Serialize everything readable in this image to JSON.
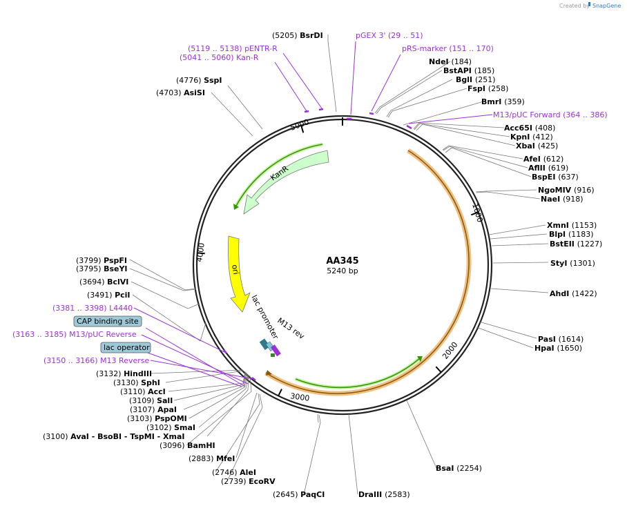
{
  "credit": {
    "text": "Created by",
    "brand": "SnapGene"
  },
  "plasmid": {
    "name": "AA345",
    "size_label": "5240 bp",
    "length": 5240
  },
  "ticks": [
    {
      "pos": 1000,
      "label": "1000"
    },
    {
      "pos": 2000,
      "label": "2000"
    },
    {
      "pos": 3000,
      "label": "3000"
    },
    {
      "pos": 4000,
      "label": "4000"
    },
    {
      "pos": 5000,
      "label": "5000"
    }
  ],
  "enzymes": [
    {
      "name": "BsrDI",
      "pos": "(5205)",
      "side": "left"
    },
    {
      "name": "SspI",
      "pos": "(4776)",
      "side": "left"
    },
    {
      "name": "AsiSI",
      "pos": "(4703)",
      "side": "left"
    },
    {
      "name": "PspFI",
      "pos": "(3799)",
      "side": "left"
    },
    {
      "name": "BseYI",
      "pos": "(3795)",
      "side": "left"
    },
    {
      "name": "BclVI",
      "pos": "(3694)",
      "side": "left"
    },
    {
      "name": "PciI",
      "pos": "(3491)",
      "side": "left"
    },
    {
      "name": "HindIII",
      "pos": "(3132)",
      "side": "left"
    },
    {
      "name": "SphI",
      "pos": "(3130)",
      "side": "left"
    },
    {
      "name": "AccI",
      "pos": "(3110)",
      "side": "left"
    },
    {
      "name": "SalI",
      "pos": "(3109)",
      "side": "left"
    },
    {
      "name": "ApaI",
      "pos": "(3107)",
      "side": "left"
    },
    {
      "name": "PspOMI",
      "pos": "(3103)",
      "side": "left"
    },
    {
      "name": "SmaI",
      "pos": "(3102)",
      "side": "left"
    },
    {
      "name": "AvaI - BsoBI - TspMI - XmaI",
      "pos": "(3100)",
      "side": "left"
    },
    {
      "name": "BamHI",
      "pos": "(3096)",
      "side": "left"
    },
    {
      "name": "MfeI",
      "pos": "(2883)",
      "side": "left"
    },
    {
      "name": "AleI",
      "pos": "(2746)",
      "side": "left"
    },
    {
      "name": "EcoRV",
      "pos": "(2739)",
      "side": "left"
    },
    {
      "name": "PaqCI",
      "pos": "(2645)",
      "side": "left"
    },
    {
      "name": "NdeI",
      "pos": "(184)",
      "side": "right"
    },
    {
      "name": "BstAPI",
      "pos": "(185)",
      "side": "right"
    },
    {
      "name": "BglI",
      "pos": "(251)",
      "side": "right"
    },
    {
      "name": "FspI",
      "pos": "(258)",
      "side": "right"
    },
    {
      "name": "BmrI",
      "pos": "(359)",
      "side": "right"
    },
    {
      "name": "Acc65I",
      "pos": "(408)",
      "side": "right"
    },
    {
      "name": "KpnI",
      "pos": "(412)",
      "side": "right"
    },
    {
      "name": "XbaI",
      "pos": "(425)",
      "side": "right"
    },
    {
      "name": "AfeI",
      "pos": "(612)",
      "side": "right"
    },
    {
      "name": "AflII",
      "pos": "(619)",
      "side": "right"
    },
    {
      "name": "BspEI",
      "pos": "(637)",
      "side": "right"
    },
    {
      "name": "NgoMIV",
      "pos": "(916)",
      "side": "right"
    },
    {
      "name": "NaeI",
      "pos": "(918)",
      "side": "right"
    },
    {
      "name": "XmnI",
      "pos": "(1153)",
      "side": "right"
    },
    {
      "name": "BlpI",
      "pos": "(1183)",
      "side": "right"
    },
    {
      "name": "BstEII",
      "pos": "(1227)",
      "side": "right"
    },
    {
      "name": "StyI",
      "pos": "(1301)",
      "side": "right"
    },
    {
      "name": "AhdI",
      "pos": "(1422)",
      "side": "right"
    },
    {
      "name": "PasI",
      "pos": "(1614)",
      "side": "right"
    },
    {
      "name": "HpaI",
      "pos": "(1650)",
      "side": "right"
    },
    {
      "name": "BsaI",
      "pos": "(2254)",
      "side": "right"
    },
    {
      "name": "DraIII",
      "pos": "(2583)",
      "side": "right"
    }
  ],
  "primers": [
    {
      "name": "pGEX 3'",
      "range": "(29 .. 51)"
    },
    {
      "name": "pRS-marker",
      "range": "(151 .. 170)"
    },
    {
      "name": "M13/pUC Forward",
      "range": "(364 .. 386)"
    },
    {
      "name": "pENTR-R",
      "range": "(5119 .. 5138)"
    },
    {
      "name": "Kan-R",
      "range": "(5041 .. 5060)"
    },
    {
      "name": "L4440",
      "range": "(3381 .. 3398)"
    },
    {
      "name": "M13/pUC Reverse",
      "range": "(3163 .. 3185)"
    },
    {
      "name": "M13 Reverse",
      "range": "(3150 .. 3166)"
    }
  ],
  "boxed_features": [
    {
      "name": "CAP binding site"
    },
    {
      "name": "lac operator"
    }
  ],
  "features": [
    {
      "name": "KanR",
      "color": "#ccffcc"
    },
    {
      "name": "ori",
      "color": "#ffff00"
    },
    {
      "name": "lac promoter",
      "color": "#ffffff"
    },
    {
      "name": "M13 rev",
      "color": "#ffffff"
    }
  ],
  "colors": {
    "primer": "#9b30d9",
    "backbone": "#222222",
    "orf_outline": "#f0c080",
    "orf_core": "#8a5a10",
    "orf_inner": "#339900",
    "boxed": "#9fc9d8"
  }
}
